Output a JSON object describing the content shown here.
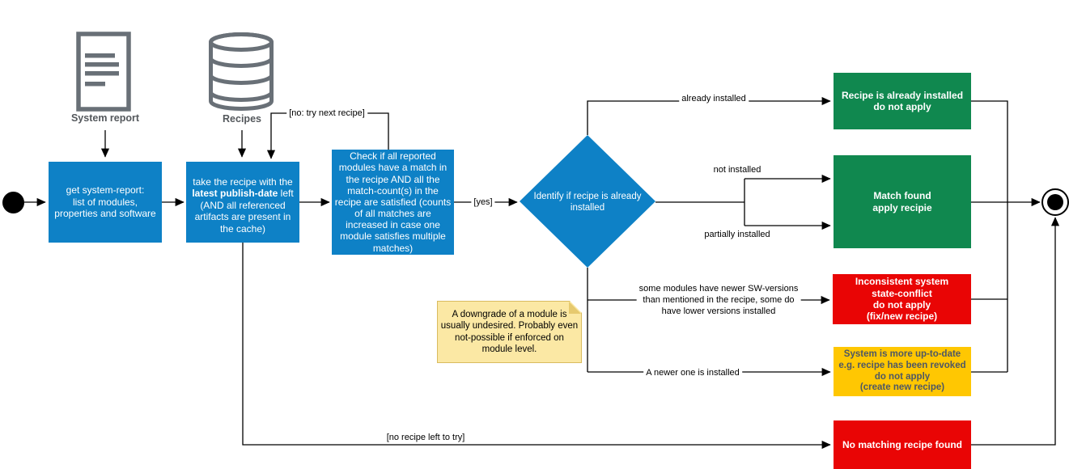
{
  "colors": {
    "process_blue": "#0E81C6",
    "success_green": "#10884F",
    "error_red": "#E90505",
    "warning_yellow": "#FFC702",
    "note_yellow": "#FBE8A4",
    "note_border": "#D9BB5F",
    "icon_gray": "#697077",
    "caption_gray": "#54585C",
    "yellow_text": "#4D5765"
  },
  "sources": {
    "system_report_label": "System report",
    "recipes_label": "Recipes"
  },
  "nodes": {
    "get_report": {
      "text": "get system-report:\nlist of modules,\nproperties and software"
    },
    "take_recipe": {
      "text_before": "take the recipe with the ",
      "text_bold": "latest publish-date",
      "text_after": " left (AND all referenced artifacts are present in the cache)"
    },
    "check_match": {
      "text": "Check if all reported modules have a match in the recipe AND all the match-count(s) in the recipe are satisfied (counts of all matches are increased in case one module satisfies multiple matches)"
    },
    "identify": {
      "text": "Identify if recipe is already installed"
    },
    "already_installed": {
      "text": "Recipe is already installed\ndo not apply"
    },
    "match_found": {
      "text": "Match found\napply recipie"
    },
    "inconsistent": {
      "text": "Inconsistent system\nstate-conflict\ndo not apply\n(fix/new recipe)"
    },
    "up_to_date": {
      "text": "System is more up-to-date\ne.g. recipe has been revoked\ndo not apply\n(create new recipe)"
    },
    "no_match": {
      "text": "No matching recipe found"
    },
    "note": {
      "text": "A downgrade of a module is usually undesired. Probably even not-possible if enforced on module level."
    }
  },
  "edge_labels": {
    "yes": "[yes]",
    "no_try_next": "[no: try next recipe]",
    "already_installed": "already installed",
    "not_installed": "not installed",
    "partially_installed": "partially installed",
    "newer_sw": "some modules have newer SW-versions\nthan mentioned in the recipe, some do\nhave lower versions installed",
    "newer_installed": "A newer one is installed",
    "no_recipe_left": "[no recipe left to try]"
  }
}
